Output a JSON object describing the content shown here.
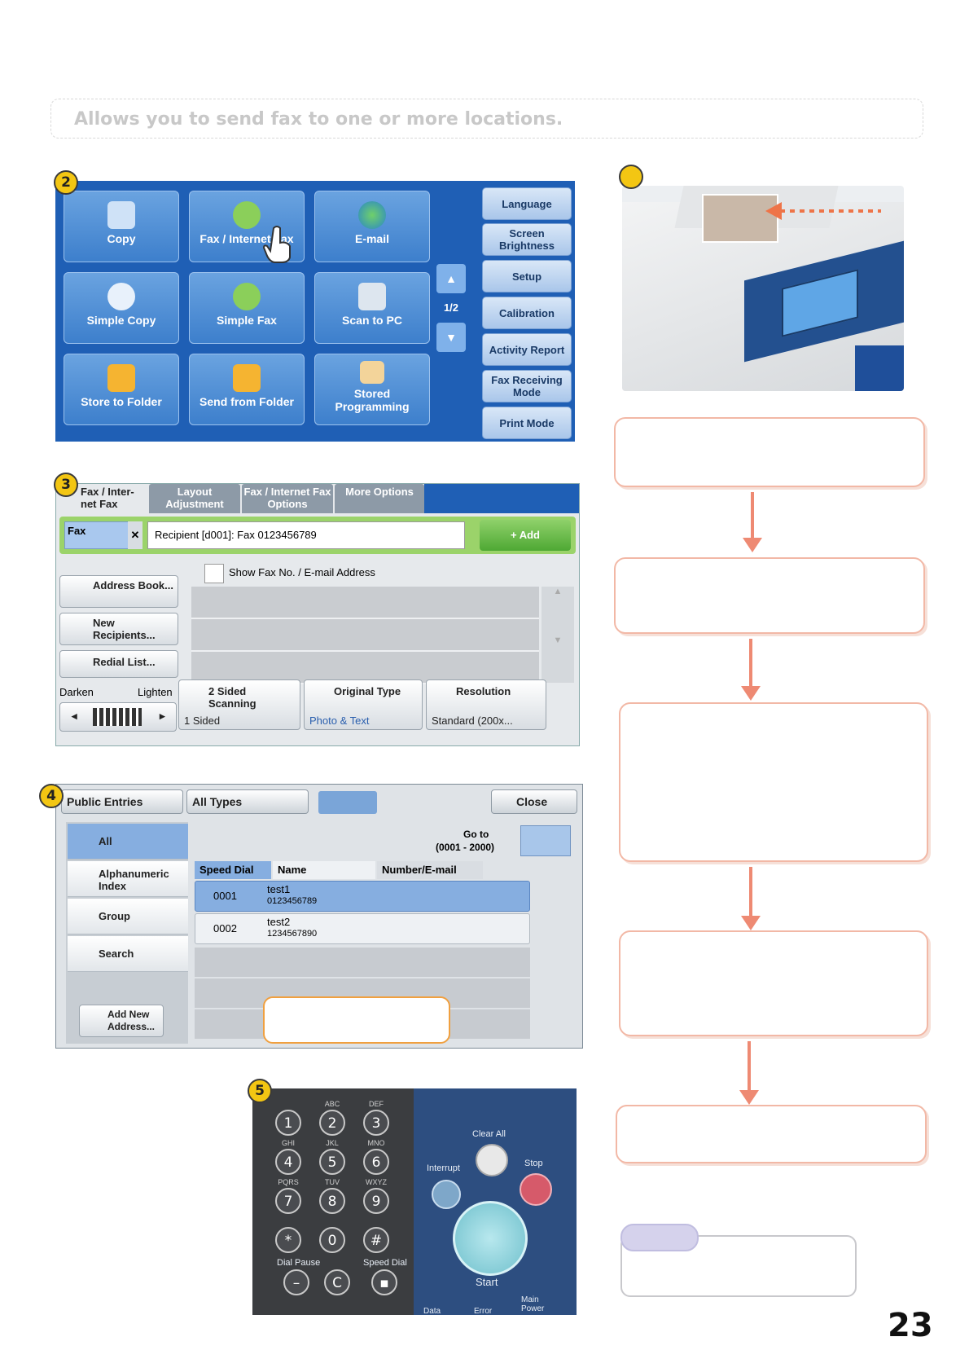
{
  "header": {
    "text": "Allows you to send fax to one or more locations."
  },
  "badges": {
    "b1": "",
    "b2": "2",
    "b3": "3",
    "b4": "4",
    "b5": "5"
  },
  "screen2": {
    "tiles": [
      "Copy",
      "Fax / Internet Fax",
      "E-mail",
      "Simple Copy",
      "Simple Fax",
      "Scan to PC",
      "Store to Folder",
      "Send from Folder",
      "Stored Programming"
    ],
    "page_indicator": "1/2",
    "side_buttons": [
      "Language",
      "Screen Brightness",
      "Setup",
      "Calibration",
      "Activity Report",
      "Fax Receiving Mode",
      "Print Mode"
    ]
  },
  "screen3": {
    "tabs": [
      "Fax / Inter-net Fax",
      "Layout Adjustment",
      "Fax / Internet Fax Options",
      "More Options"
    ],
    "fax_label": "Fax",
    "recipient": "Recipient [d001]: Fax 0123456789",
    "add_button": "+ Add",
    "show_fax_no": "Show Fax No. / E-mail Address",
    "left_buttons": [
      "Address Book...",
      "New Recipients...",
      "Redial List..."
    ],
    "darken": "Darken",
    "lighten": "Lighten",
    "bottom_options": [
      {
        "title": "2 Sided Scanning",
        "value": "1 Sided"
      },
      {
        "title": "Original Type",
        "value": "Photo & Text"
      },
      {
        "title": "Resolution",
        "value": "Standard (200x..."
      }
    ]
  },
  "screen4": {
    "filter1": "Public Entries",
    "filter2": "All Types",
    "close": "Close",
    "nav": [
      "All",
      "Alphanumeric Index",
      "Group",
      "Search"
    ],
    "goto_label": "Go to",
    "goto_range": "(0001 - 2000)",
    "columns": [
      "Speed Dial",
      "Name",
      "Number/E-mail"
    ],
    "rows": [
      {
        "dial": "0001",
        "name": "test1",
        "number": "0123456789",
        "selected": true
      },
      {
        "dial": "0002",
        "name": "test2",
        "number": "1234567890",
        "selected": false
      }
    ],
    "add_new": "Add New Address..."
  },
  "keypad": {
    "keys": [
      {
        "k": "1",
        "s": ""
      },
      {
        "k": "2",
        "s": "ABC"
      },
      {
        "k": "3",
        "s": "DEF"
      },
      {
        "k": "4",
        "s": "GHI"
      },
      {
        "k": "5",
        "s": "JKL"
      },
      {
        "k": "6",
        "s": "MNO"
      },
      {
        "k": "7",
        "s": "PQRS"
      },
      {
        "k": "8",
        "s": "TUV"
      },
      {
        "k": "9",
        "s": "WXYZ"
      },
      {
        "k": "*",
        "s": ""
      },
      {
        "k": "0",
        "s": ""
      },
      {
        "k": "#",
        "s": ""
      }
    ],
    "dial_pause": "Dial Pause",
    "speed_dial": "Speed Dial",
    "clear_all": "Clear All",
    "interrupt": "Interrupt",
    "stop": "Stop",
    "start": "Start",
    "data": "Data",
    "error": "Error",
    "main_power": "Main Power"
  },
  "page_number": "23"
}
